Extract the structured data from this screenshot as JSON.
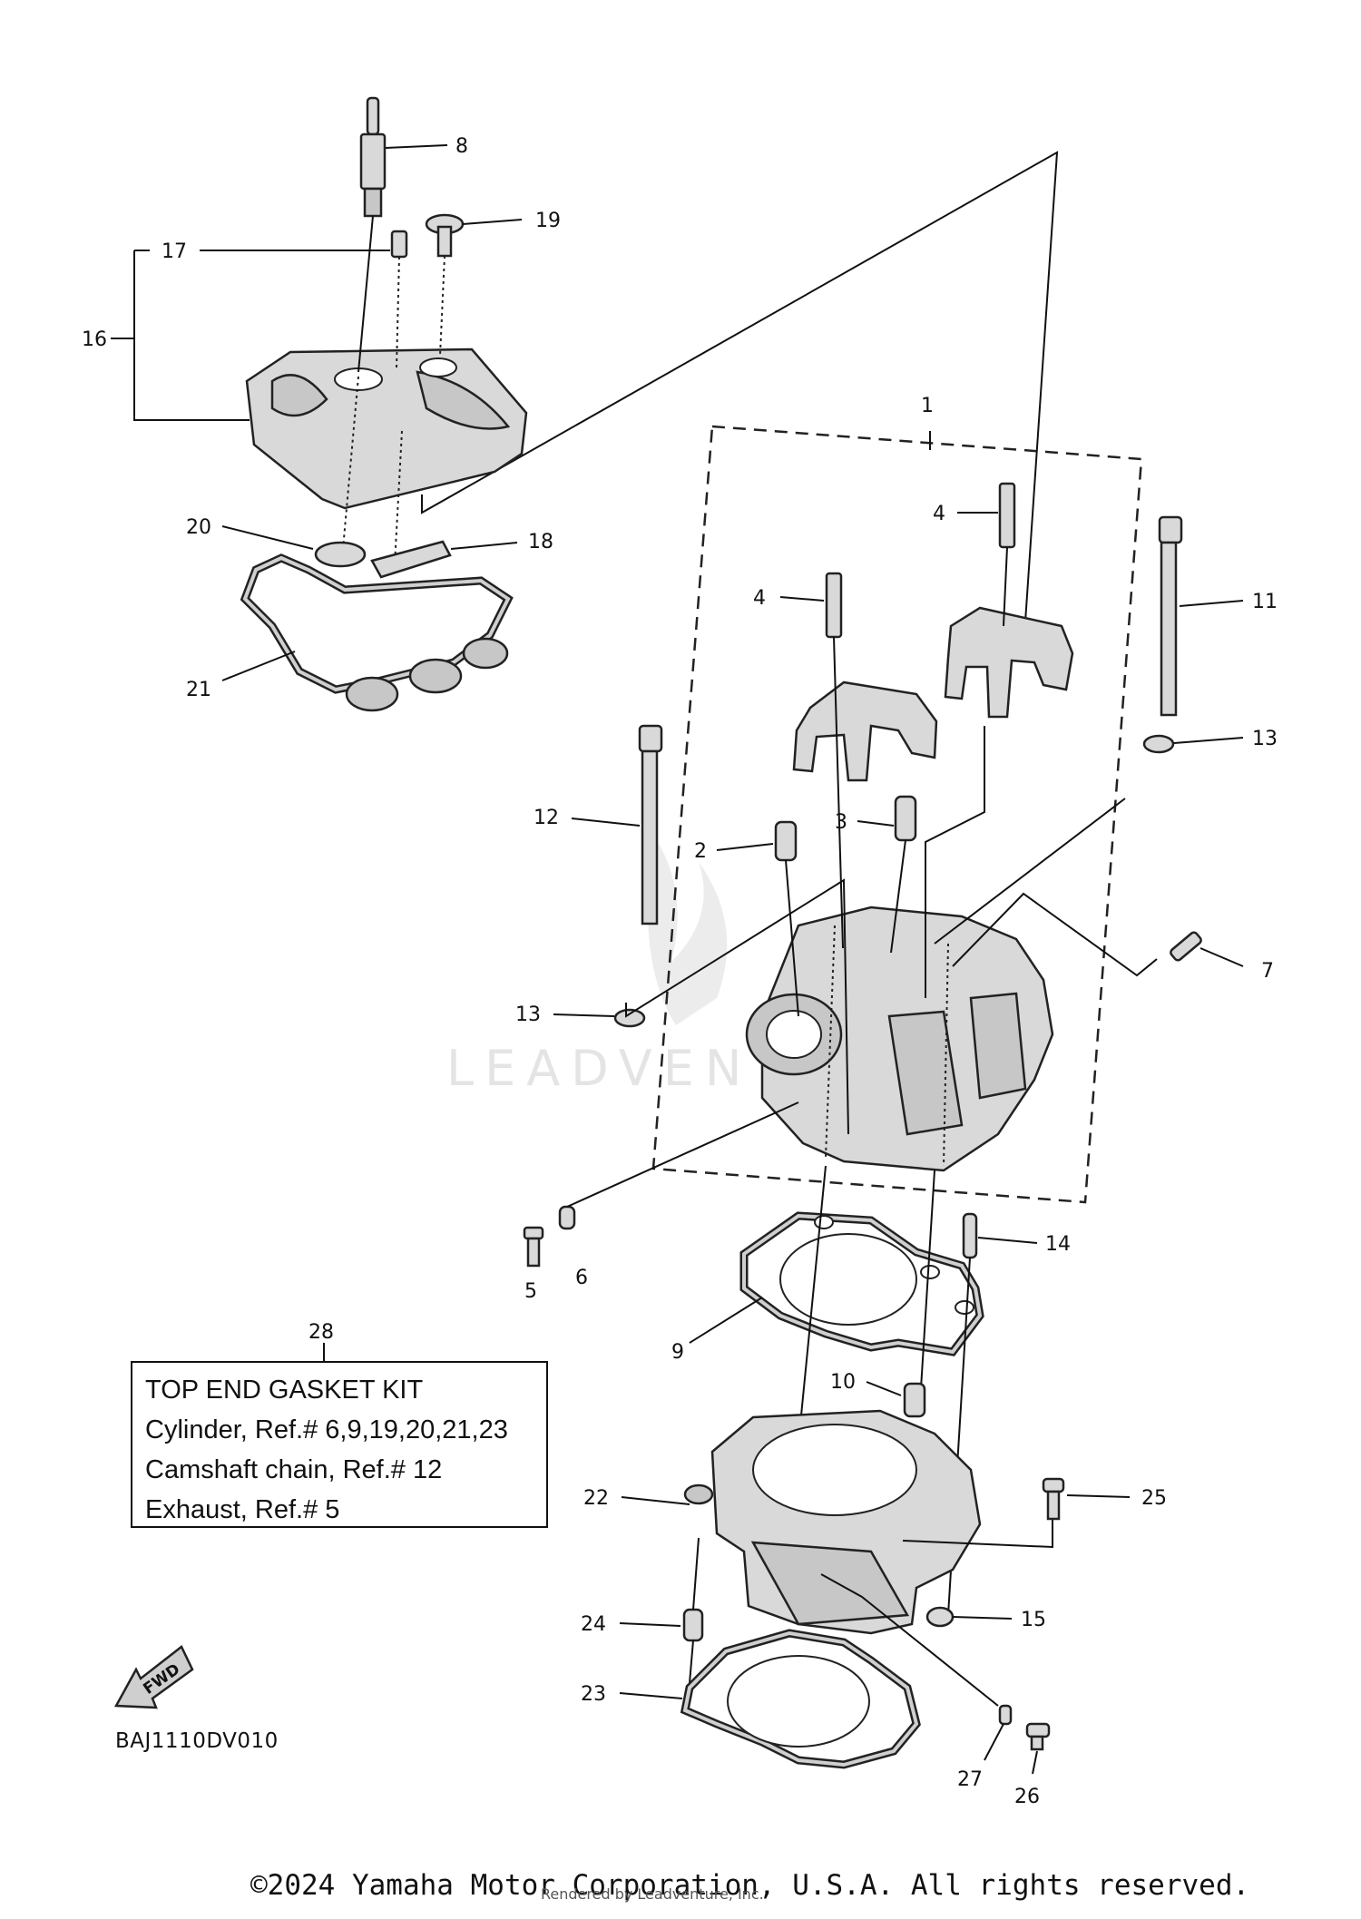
{
  "diagram": {
    "callouts": [
      "1",
      "2",
      "3",
      "4",
      "4",
      "5",
      "6",
      "7",
      "8",
      "9",
      "10",
      "11",
      "12",
      "13",
      "13",
      "14",
      "15",
      "16",
      "17",
      "18",
      "19",
      "20",
      "21",
      "22",
      "23",
      "24",
      "25",
      "26",
      "27",
      "28"
    ],
    "watermark": "LEADVEN",
    "fwd_badge": "FWD",
    "diagram_code": "BAJ1110DV010"
  },
  "kit_box": {
    "title": "TOP END GASKET KIT",
    "line1": "Cylinder, Ref.# 6,9,19,20,21,23",
    "line2": "Camshaft chain, Ref.# 12",
    "line3": "Exhaust, Ref.# 5"
  },
  "footer": {
    "copyright": "©2024 Yamaha Motor Corporation, U.S.A. All rights reserved.",
    "rendered_by": "Rendered by Leadventure, Inc."
  }
}
